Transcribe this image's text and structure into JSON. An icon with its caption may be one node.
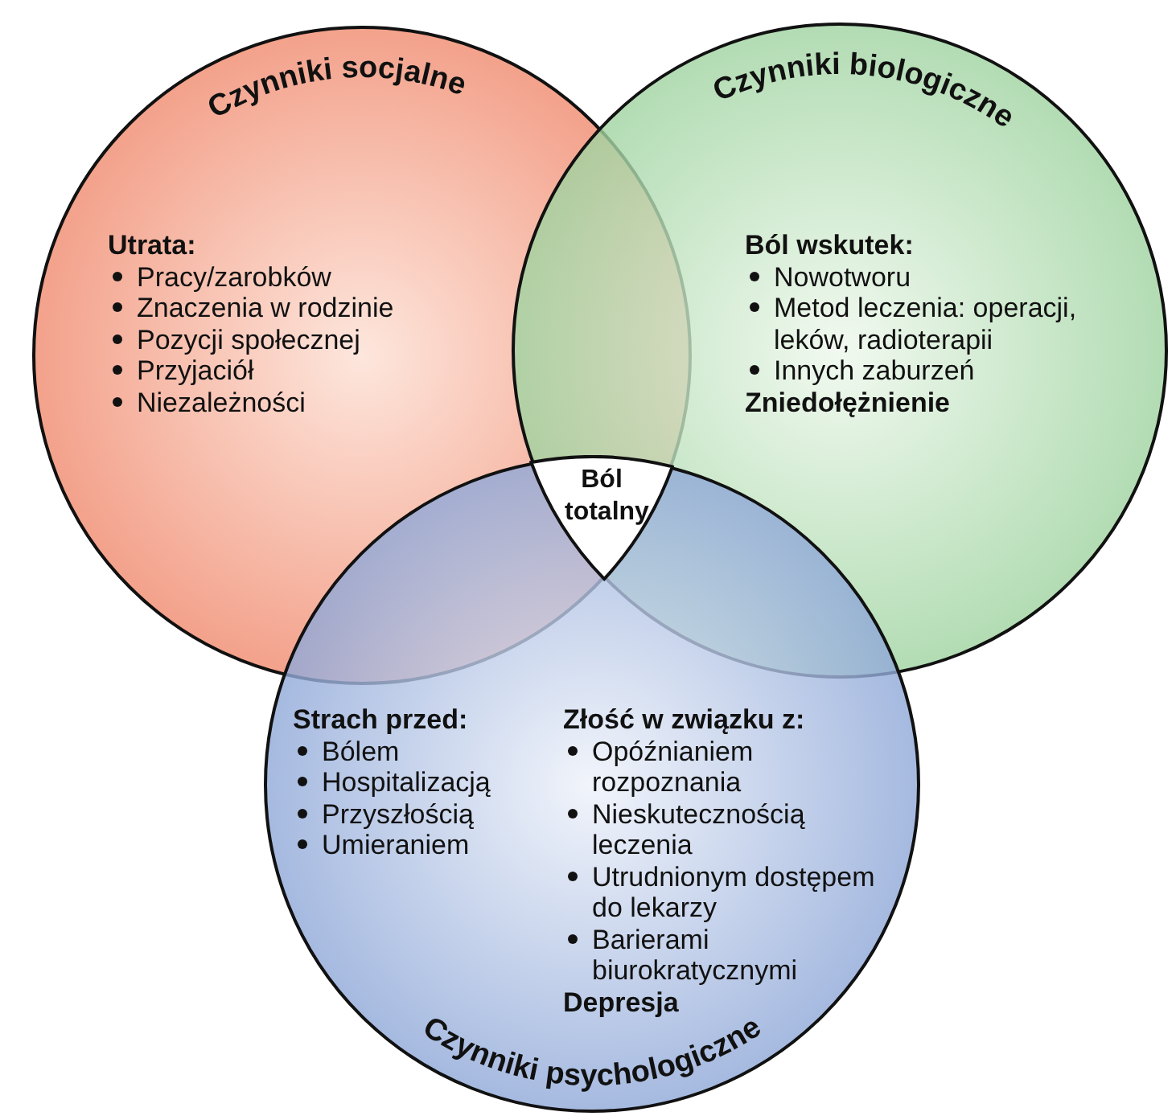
{
  "diagram": {
    "nodes": [
      {
        "text": [
          "Czynniki socjalne",
          "Utrata:",
          "Pracy/zarobków",
          "Znaczenia w rodzinie",
          "Pozycji społecznej",
          "Przyjaciół",
          "Niezależności"
        ]
      },
      {
        "text": [
          "Czynniki biologiczne",
          "Ból wskutek:",
          "Nowotworu",
          "Metod leczenia: operacji, leków, radioterapii",
          "Innych zaburzeń",
          "Zniedołężnienie"
        ]
      },
      {
        "text": [
          "Czynniki psychologiczne",
          "Strach przed:",
          "Bólem",
          "Hospitalizacją",
          "Przyszłością",
          "Umieraniem",
          "Złość w związku z:",
          "Opóźnianiem rozpoznania",
          "Nieskutecznością leczenia",
          "Utrudnionym dostępem do lekarzy",
          "Barierami biurokratycznymi",
          "Depresja"
        ]
      },
      {
        "text": [
          "Ból totalny"
        ]
      }
    ]
  }
}
